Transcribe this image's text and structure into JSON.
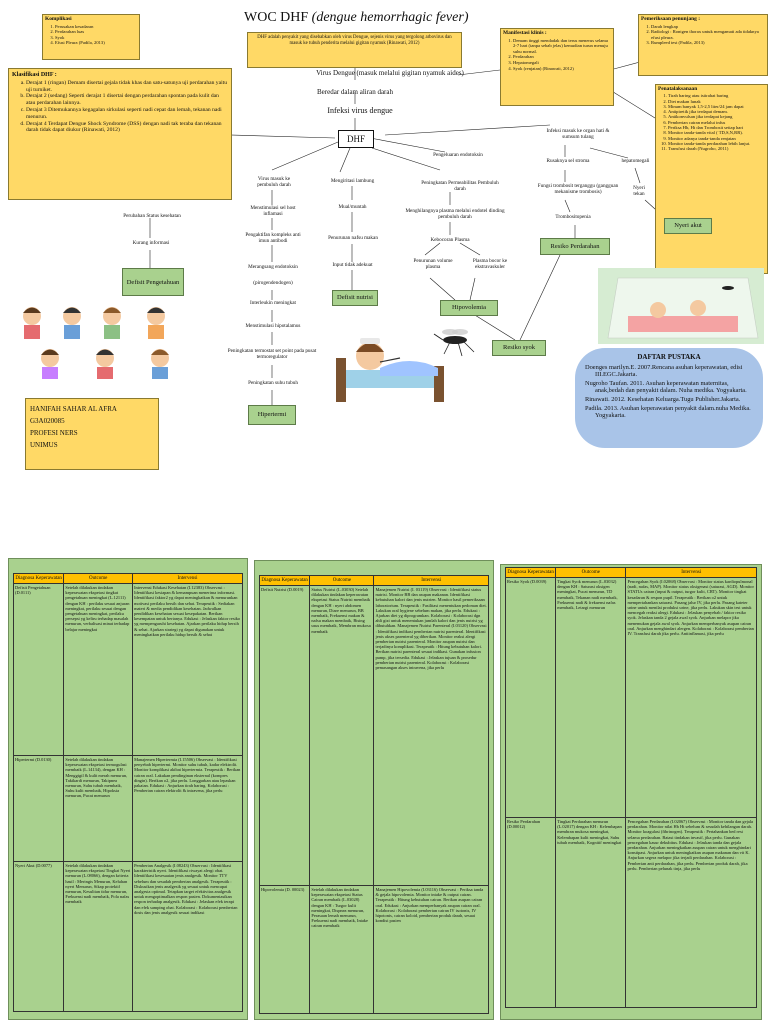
{
  "title": {
    "main": "WOC DHF",
    "sub": "(dengue hemorrhagic fever)"
  },
  "definition": "DHF adalah penyakit yang disebabkan oleh virus Dengue, sejenis virus yang tergolong arbovirus dan masuk ke tubuh penderita melalui gigitan nyamuk (Rinawati, 2012)",
  "komplikasi": {
    "heading": "Komplikasi",
    "items": [
      "Perusakan kesadaran",
      "Perdarahan luas",
      "Syok",
      "Efusi Pleura (Padila, 2013)"
    ]
  },
  "klasifikasi": {
    "heading": "Klasifikasi DHF :",
    "items": [
      "Derajat 1 (ringan) Demam disertai gejala tidak khas dan satu-satunya uji perdarahan yaitu uji turniket.",
      "Derajat 2 (sedang) Seperti derajat 1 disertai dengan perdarahan spontan pada kulit dan atau perdarahan lainnya.",
      "Derajat 3 Ditemukannya kegagalan sirkulasi seperti nadi cepat dan lemah, tekanan nadi menurun.",
      "Derajat 4 Terdapat Dengue Shock Syndrome (DSS) dengan nadi tak teraba dan tekanan darah tidak dapat diukur (Rinawati, 2012)"
    ]
  },
  "manifestasi": {
    "heading": "Manifestasi klinis :",
    "items": [
      "Demam tinggi mendadak dan terus menerus selama 2-7 hari (tanpa sebab jelas) kemudian turun menuju suhu normal.",
      "Perdarahan",
      "Hepatomegali",
      "Syok (renjatan) (Rinawati, 2012)"
    ]
  },
  "pemeriksaan": {
    "heading": "Pemeriksaan penunjang :",
    "items": [
      "Darah lengkap",
      "Radiologi : Rontgen thorax untuk mengamati ada tidaknya efusi pleura.",
      "Rumpleed test (Padila, 2013)"
    ]
  },
  "penatalaksanaan": {
    "heading": "Penatalaksanaan",
    "items": [
      "Tirah baring atau istirahat baring",
      "Diet makan lunak",
      "Minum banyak 1,5-2,5 liter/24 jam dapat",
      "Antipiretik jika terdapat demam.",
      "Antikonvulsan jika terdapat kejang",
      "Pemberian cairan melalui infus",
      "Periksa Hb, Ht dan Trombosit setiap hari",
      "Monitor tanda-tanda vital ( TD,S,N,RR).",
      "Monitor adanya tanda-tanda renjatan",
      "Monitor tanda-tanda perdarahan lebih lanjut.",
      "Transfusi darah (Nugroho, 2011)"
    ]
  },
  "flow": {
    "virus": "Virus Dengue (masuk melalui gigitan nyamuk aides)",
    "beredar": "Beredar dalam aliran darah",
    "infeksi": "Infeksi virus dengue",
    "dhf": "DHF",
    "pengeluaran": "Pengeluaran endotoksin",
    "infeksi_hati": "Infeksi masuk ke organ hati & sumsum tulang",
    "rusaknya": "Rusaknya sel stroma",
    "hepatomegali": "hepatomegali",
    "fungsi": "Fungsi trombosit terganggu (gangguan mekanisme trombosis)",
    "nyeri_tekan": "Nyeri tekan",
    "trombositopenia": "Trombositopenia",
    "peningkatan_perm": "Peningkatan Permeabilitas Pembuluh darah",
    "menghilangnya": "Menghilangnya plasma melalui endotel dinding pembuluh darah",
    "kebocoran": "Kebocoran Plasma",
    "penurunan_vol": "Penurunan volume plasma",
    "plasma_bocor": "Plasma bocor ke ekstravaskuler",
    "virus_pembuluh": "Virus masuk ke pembuluh darah",
    "menstimulasi": "Menstimulasi sel host inflamasi",
    "pengaktifan": "Pengaktifan kompleks anti imun antibodi",
    "merangsang": "Merangsang endotoksin",
    "pirogen": "(pirogendendogen)",
    "interleukin": "Interleukin meningkat",
    "hipotalamus": "Menstimulasi hipotalamus",
    "termostat": "Peningkatan termostat set point pada pusat termoregulator",
    "suhu": "Peningkatan suhu tubuh",
    "lambung": "Mengiritasi lambung",
    "mual": "Mual/muntah",
    "nafsu": "Penurunan nafsu makan",
    "intake": "Input tidak adekuat",
    "perubahan_status": "Perubahan Status kesehatan",
    "kurang_info": "Kurang informasi"
  },
  "diagnoses": {
    "defisit_pengetahuan": "Defisit Pengetahuan",
    "defisit_nutrisi": "Defisit nutrisi",
    "hipertermi": "Hipertermi",
    "hipovolemia": "Hipovolemia",
    "resiko_syok": "Resiko syok",
    "resiko_perdarahan": "Resiko Perdarahan",
    "nyeri_akut": "Nyeri akut"
  },
  "author": {
    "name": "HANIFAH SAHAR AL AFRA",
    "nim": "G3A020085",
    "program": "PROFESI NERS",
    "university": "UNIMUS"
  },
  "pustaka": {
    "heading": "DAFTAR PUSTAKA",
    "items": [
      "Doenges marilyn.E. 2007.Rencana asuhan keperawatan, edisi III.EGC.Jakarta.",
      "Nugroho Taufan. 2011. Asuhan keperawatan maternitas, anak,bedah dan penyakit dalam. Nuha medika. Yogyakarta.",
      "Rinawati. 2012. Kesehatan Keluarga.Tugu Publisher.Jakarta.",
      "Padila. 2013. Asuhan keperawatan penyakit dalam.nuha Medika. Yogyakarta."
    ]
  },
  "tables": [
    {
      "headers": [
        "Diagnosa Keperawatan",
        "Outcome",
        "Intervensi"
      ],
      "rows": [
        [
          "Defisit Pengetahuan (D.0111)",
          "Setelah dilakukan tindakan keperawatan ekspetasi tingkat pengetahuan meningkat (L.12111) dengan KH : perilaku sesuai anjuran meningkat, perilaku sesuai dengan pengetahuan meningkat, perilaku persepsi yg keliru terhadap masalah menurun, verbalisasi minat terhadap belajar meningkat",
          "Intervensi Edukasi Kesehatan (I.12383) Observasi : Identifikasi kesiapan & kemampuan menerima informasi. Identifikasi faktor2 yg dapat meningkatkan & menurunkan motivasi perilaku bersih dan sehat. Terapeutik : Sediakan materi & media pendidikan kesehatan. Jadwalkan pendidikan kesehatan sesuai kesepakatan. Berikan kesempatan untuk bertanya. Edukasi : Jelaskan faktor resiko yg mempengaruhi kesehatan. Ajarkan perilaku hidup bersih & sehat. Ajarkan strategi yg dapat digunakan untuk meningkatkan perilaku hidup bersih & sehat"
        ],
        [
          "Hipertermi (D.0130)",
          "Setelah dilakukan tindakan keperawatan ekspetasi termogulasi membaik (L.14134), dengan KH : Menggigil & kulit merah menurun, Takikardi menurun, Takipnea menurun, Suhu tubuh membaik, Suhu kulit membaik, Hipoksia menurun, Pucat menurun",
          "Manajemen Hipertermia (I.15506) Observasi : Identifikasi penyebab hipertermi. Monitor suhu tubuh, kadar elektrolit. Monitor komplikasi akibat hipertermia. Terapeutik : Berikan cairan oral. Lakukan pendinginan eksternal (kompres dingin). Berikan o2, jika perlu. Longgarkan atau lepaskan pakaian. Edukasi : Anjurkan tirah baring. Kolaborasi : Pemberian cairan elektrolit & intravena, jika perlu"
        ],
        [
          "Nyeri Akut (D.0077)",
          "Setelah dilakukan tindakan keperawatan ekspetasi Tingkat Nyeri menurun (L.08066), dengan kriteria hasil : Meringis Menurun, Keluhan nyeri Menurun, Sikap protektif menurun, Kesulitan tidur menurun, Frekuensi nadi membaik, Pola nafas membaik",
          "Pemberian Analgesik (I.08243) Observasi : Identifikasi karakteristik nyeri. Identifikasi riwayat alergi obat. Identifikasi kesesuaian jenis analgesik. Monitor TTV sebelum dan sesudah pemberian analgesik. Terapeutik : Diskusikan jenis analgesik yg sesuai untuk mencapai analgesia optimal. Tetapkan target efektivitas analgesik untuk mengoptimalkan respon pasien. Dokumentasikan respon terhadap analgesik. Edukasi : Jelaskan efek terapi dan efek samping obat. Kolaborasi : Kolaborasi pemberian dosis dan jenis analgesik sesuai indikasi"
        ]
      ]
    },
    {
      "headers": [
        "Diagnosa Keperawatan",
        "Outcome",
        "Intervensi"
      ],
      "rows": [
        [
          "Defisit Nutrisi (D.0019)",
          "Status Nutrisi (L.03030) Setelah dilakukan tindakan keperawatan ekspetasi Status Nutrisi membaik dengan KH : nyeri abdomen menurun, Diare menurun, BB membaik, Frekuensi makan & nafsu makan membaik, Bising usus membaik, Membran mukosa membaik",
          "Manajemen Nutrisi (I. 03119) Observasi : Identifikasi status nutrisi. Monitor BB dan asupan makanan. Identifikasi kebutuhan kalori dan jenis nutrien. Monitor hasil pemeriksaan laboratorium. Terapeutik : Fasilitasi menentukan pedoman diet. Lakukan oral hygiene sebelum makan, jika perlu. Edukasi : Ajarkan diet yg diprogramkan. Kolaborasi : Kolaborasi dgn ahli gizi untuk menentukan jumlah kalori dan jenis nutrisi yg dibutuhkan. Manajemen Nutrisi Parenteral (I.03120) Observasi : Identifikasi indikasi pemberian nutrisi parenteral. Identifikasi jenis akses parenteral yg diberikan. Monitor reaksi alergi pemberian nutrisi parenteral. Monitor asupan nutrisi dan terjadinya komplikasi. Terapeutik : Hitung kebutuhan kalori. Berikan nutrisi parenteral sesuai indikasi. Gunakan infusion pump, jika tersedia. Edukasi : Jelaskan tujuan & prosedur pemberian nutrisi parenteral. Kolaborasi : Kolaborasi pemasangan akses intravena, jika perlu"
        ],
        [
          "Hipovolemia (D. 00023)",
          "Setelah dilakukan tindakan keperawatan ekspetasi Status Cairan membaik (L.03028) dengan KH : Turgor kulit meningkat, Dispnea menurun, Perasaan lemah menurun, Frekuensi nadi membaik, Intake cairan membaik",
          "Manajemen Hipovolemia (I.03116) Observasi : Periksa tanda & gejala hipovolemia. Monitor intake & output cairan. Terapeutik : Hitung kebutuhan cairan. Berikan asupan cairan oral. Edukasi : Anjurkan memperbanyak asupan cairan oral. Kolaborasi : Kolaborasi pemberian cairan IV isotonis, IV hipotonis, cairan koloid, pemberian produk darah, sesuai kondisi pasien"
        ]
      ]
    },
    {
      "headers": [
        "Diagnosa Keperawatan",
        "Outcome",
        "Intervensi"
      ],
      "rows": [
        [
          "Resiko Syok (D.0039)",
          "Tingkat Syok menurun (L.03032) dengan KH : Saturasi oksigen meningkat, Pucat menurun, TD membaik, Tekanan nadi membaik, Frekuensi nadi & frekuensi nafas membaik, Letargi menurun",
          "Pencegahan Syok (I.02068) Observasi : Monitor status kardiopulmonal (nadi, nafas, MAP). Monitor status oksigenasi (saturasi, AGD). Monitor STATUs cairan (input & output, turgor kulit, CRT). Monitor tingkat kesadaran & respon pupil. Terapeutik : Berikan o2 untuk mempertahankan saturasi. Pasang jalur IV, jika perlu. Pasang kateter urine untuk menilai produksi urine, jika perlu. Lakukan skin test untuk mencegah reaksi alergi. Edukasi : Jelaskan penyebab / faktor resiko syok. Jelaskan tanda 2 gejala awal syok. Anjurkan melapor jika menemukan gejala awal syok. Anjurkan memperbanyak asupan cairan oral. Anjurkan menghindari alergen. Kolaborasi : Kolaborasi pemberian IV. Transfusi darah jika perlu. Antiinflamasi, jika perlu"
        ],
        [
          "Resiko Perdarahan (D.00012)",
          "Tingkat Perdarahan menurun (L.02017) dengan KH : Kelembapan membran mukosa meningkat, Kelembapan kulit meningkat, Suhu tubuh membaik, Kognitif meningkat",
          "Pencegahan Perdarahan (I.02067) Observasi : Monitor tanda dan gejala perdarahan. Monitor nilai Hb Ht sebelum & sesudah kehilangan darah. Monitor koagulasi (fibrinogen). Terapeutik : Pertahankan bed rest selama perdarahan. Batasi tindakan invasif, jika perlu. Gunakan pencegahan kasur dekubitus. Edukasi : Jelaskan tanda dan gejala perdarahan. Anjurkan meningkatkan asupan cairan untuk menghindari konstipasi. Anjurkan untuk meningkatkan asupan makanan dan vit K. Anjurkan segera melapor jika terjadi perdarahan. Kolaborasi : Pemberian anti perdarahan, jika perlu. Pemberian produk darah, jika perlu. Pemberian pelunak tinja, jika perlu"
        ]
      ]
    }
  ]
}
